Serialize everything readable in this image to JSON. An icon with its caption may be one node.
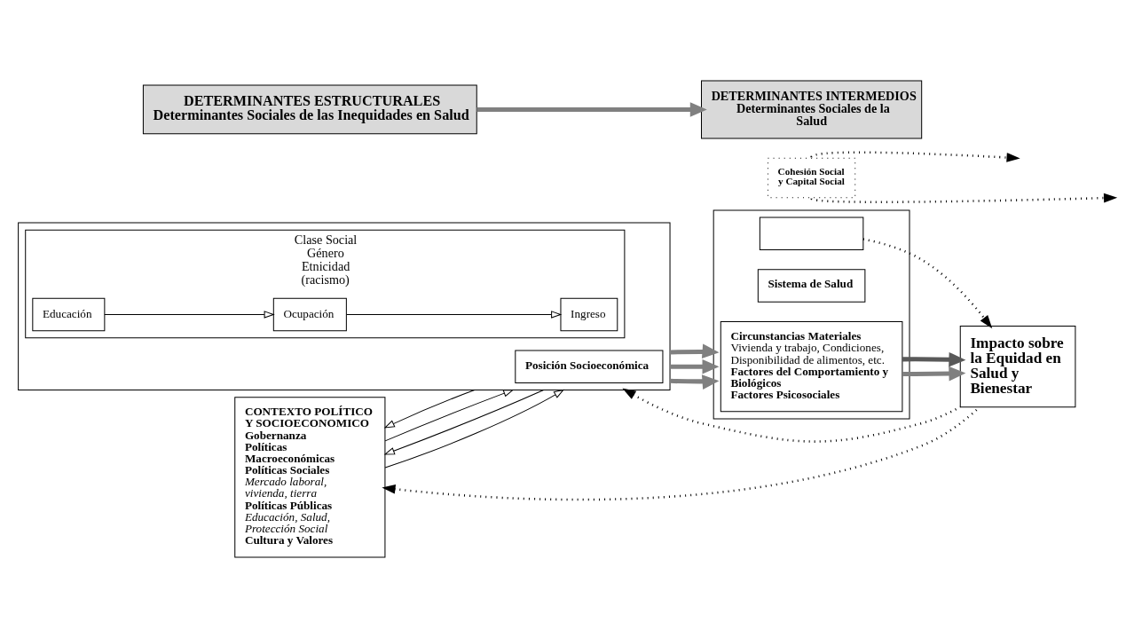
{
  "diagram": {
    "nodes": [
      {
        "text": [
          "CONTEXTO POLÍTICO Y SOCIOECONOMICO",
          "Gobernanza",
          "Políticas Macroeconómicas",
          "Políticas Sociales",
          "Mercado laboral, vivienda, tierra",
          "Políticas Públicas",
          "Educación, Salud, Protección Social",
          "Cultura y Valores"
        ]
      },
      {
        "text": [],
        "shape": "box"
      },
      {
        "text": [
          "Posición Socioeconómica"
        ],
        "in": 1
      },
      {
        "text": [
          "Clase Social Género Etnicidad (racismo)"
        ],
        "in": 1
      },
      {
        "text": [
          "Educación"
        ],
        "in": 3
      },
      {
        "text": [
          "Ocupación"
        ],
        "in": 3
      },
      {
        "text": [
          "Ingreso"
        ],
        "in": 3
      },
      {
        "text": [],
        "shape": "box"
      },
      {
        "text": [
          "Circunstancias Materiales",
          "Vivienda y trabajo, Condiciones, Disponibilidad de alimentos, etc.",
          "Factores del Comportamiento y Biológicos",
          "Factores Psicosociales"
        ],
        "in": 7
      },
      {
        "text": [
          "Sistema de Salud"
        ],
        "in": 7
      },
      {
        "text": [],
        "shape": "box",
        "in": 7
      },
      {
        "text": [
          "Cohesión Social y Capital Social"
        ]
      },
      {
        "text": [
          "Impacto sobre la Equidad en Salud y Bienestar"
        ]
      },
      {
        "text": [
          "DETERMINANTES ESTRUCTURALES",
          "Determinantes Sociales de las Inequidades en Salud"
        ]
      },
      {
        "text": [
          "DETERMINANTES INTERMEDIOS",
          "Determinantes Sociales de la Salud"
        ]
      }
    ],
    "edges": [
      {
        "from": 0,
        "to": 1,
        "arrow": "to"
      },
      {
        "from": 1,
        "to": 0,
        "arrow": "to"
      },
      {
        "from": 0,
        "to": 1,
        "arrow": "to"
      },
      {
        "from": 1,
        "to": 0,
        "arrow": "to"
      },
      {
        "from": 4,
        "to": 5,
        "arrow": "to"
      },
      {
        "from": 5,
        "to": 6,
        "arrow": "to"
      },
      {
        "from": 1,
        "to": 7,
        "arrow": "to",
        "style": "thick",
        "color": "#808080"
      },
      {
        "from": 1,
        "to": 7,
        "arrow": "to",
        "style": "thick",
        "color": "#808080"
      },
      {
        "from": 1,
        "to": 7,
        "arrow": "to",
        "style": "thick",
        "color": "#808080"
      },
      {
        "from": 8,
        "to": 12,
        "arrow": "to",
        "style": "thick",
        "color": "#808080"
      },
      {
        "from": 8,
        "to": 12,
        "arrow": "to",
        "style": "thick",
        "color": "#595959"
      },
      {
        "from": 12,
        "to": 1,
        "arrow": "to",
        "style": "dashed"
      },
      {
        "from": 12,
        "to": 0,
        "arrow": "to",
        "style": "dashed"
      },
      {
        "from": 10,
        "to": 12,
        "arrow": "to",
        "style": "dashed"
      },
      {
        "from": 11,
        "to": null,
        "arrow": "to",
        "style": "dashed"
      },
      {
        "from": 11,
        "to": null,
        "arrow": "to",
        "style": "dashed"
      },
      {
        "from": 13,
        "to": 14,
        "arrow": "to",
        "style": "thick",
        "color": "#808080"
      }
    ]
  }
}
